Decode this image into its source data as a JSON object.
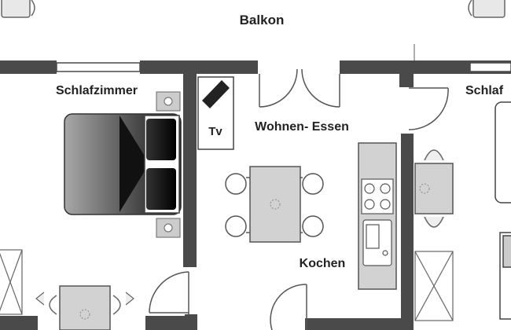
{
  "labels": {
    "balcony": "Balkon",
    "bedroom_left": "Schlafzimmer",
    "bedroom_right": "Schlaf",
    "living_dining": "Wohnen- Essen",
    "kitchen": "Kochen",
    "tv": "Tv"
  },
  "colors": {
    "wall": "#4a4a4a",
    "furniture_fill": "#d2d2d2",
    "furniture_stroke": "#555555",
    "text": "#222222"
  },
  "icons": [
    "bed-icon",
    "table-icon",
    "chair-icon",
    "sink-icon",
    "stove-icon",
    "door-swing-icon",
    "lamp-icon",
    "tv-icon"
  ]
}
